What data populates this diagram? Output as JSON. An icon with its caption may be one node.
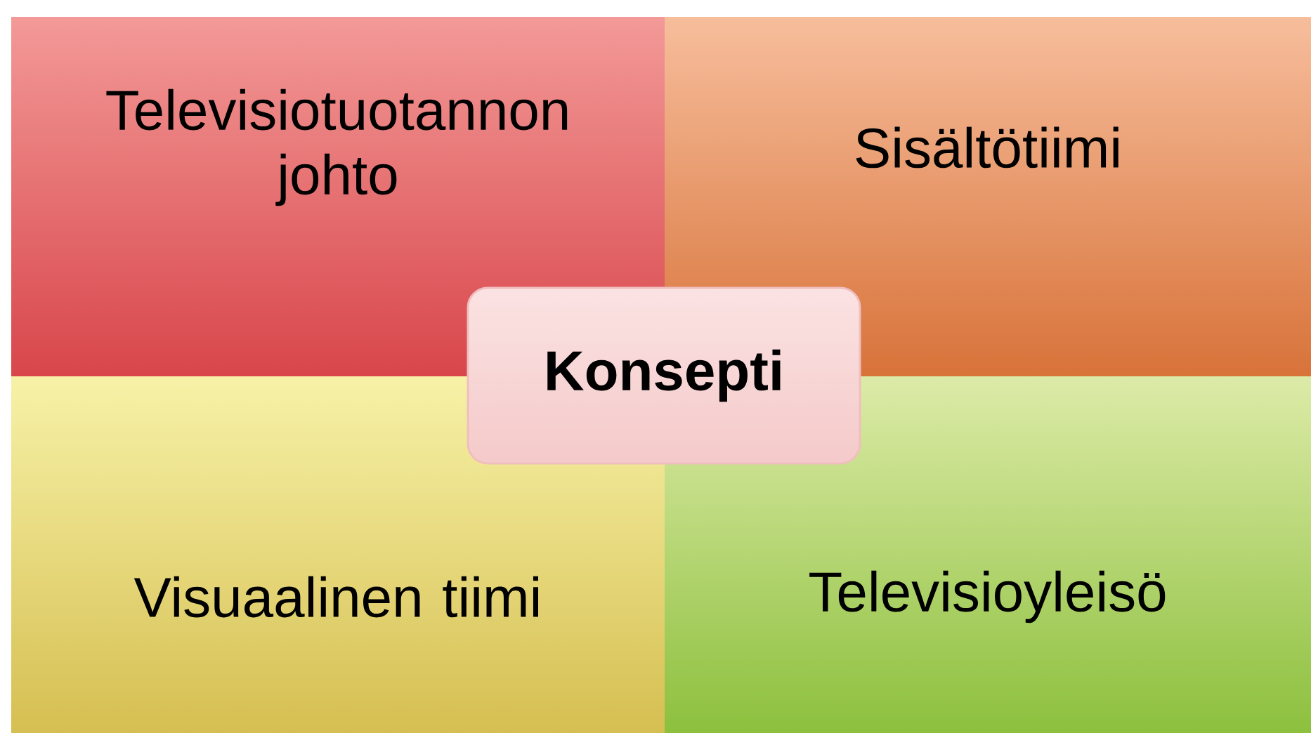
{
  "diagram": {
    "nodes": [
      {
        "text": [
          "Televisiotuotannon johto"
        ]
      },
      {
        "text": [
          "Sisältötiimi"
        ]
      },
      {
        "text": [
          "Visuaalinen tiimi"
        ]
      },
      {
        "text": [
          "Televisioyleisö"
        ]
      },
      {
        "text": [
          "Konsepti"
        ]
      }
    ]
  }
}
